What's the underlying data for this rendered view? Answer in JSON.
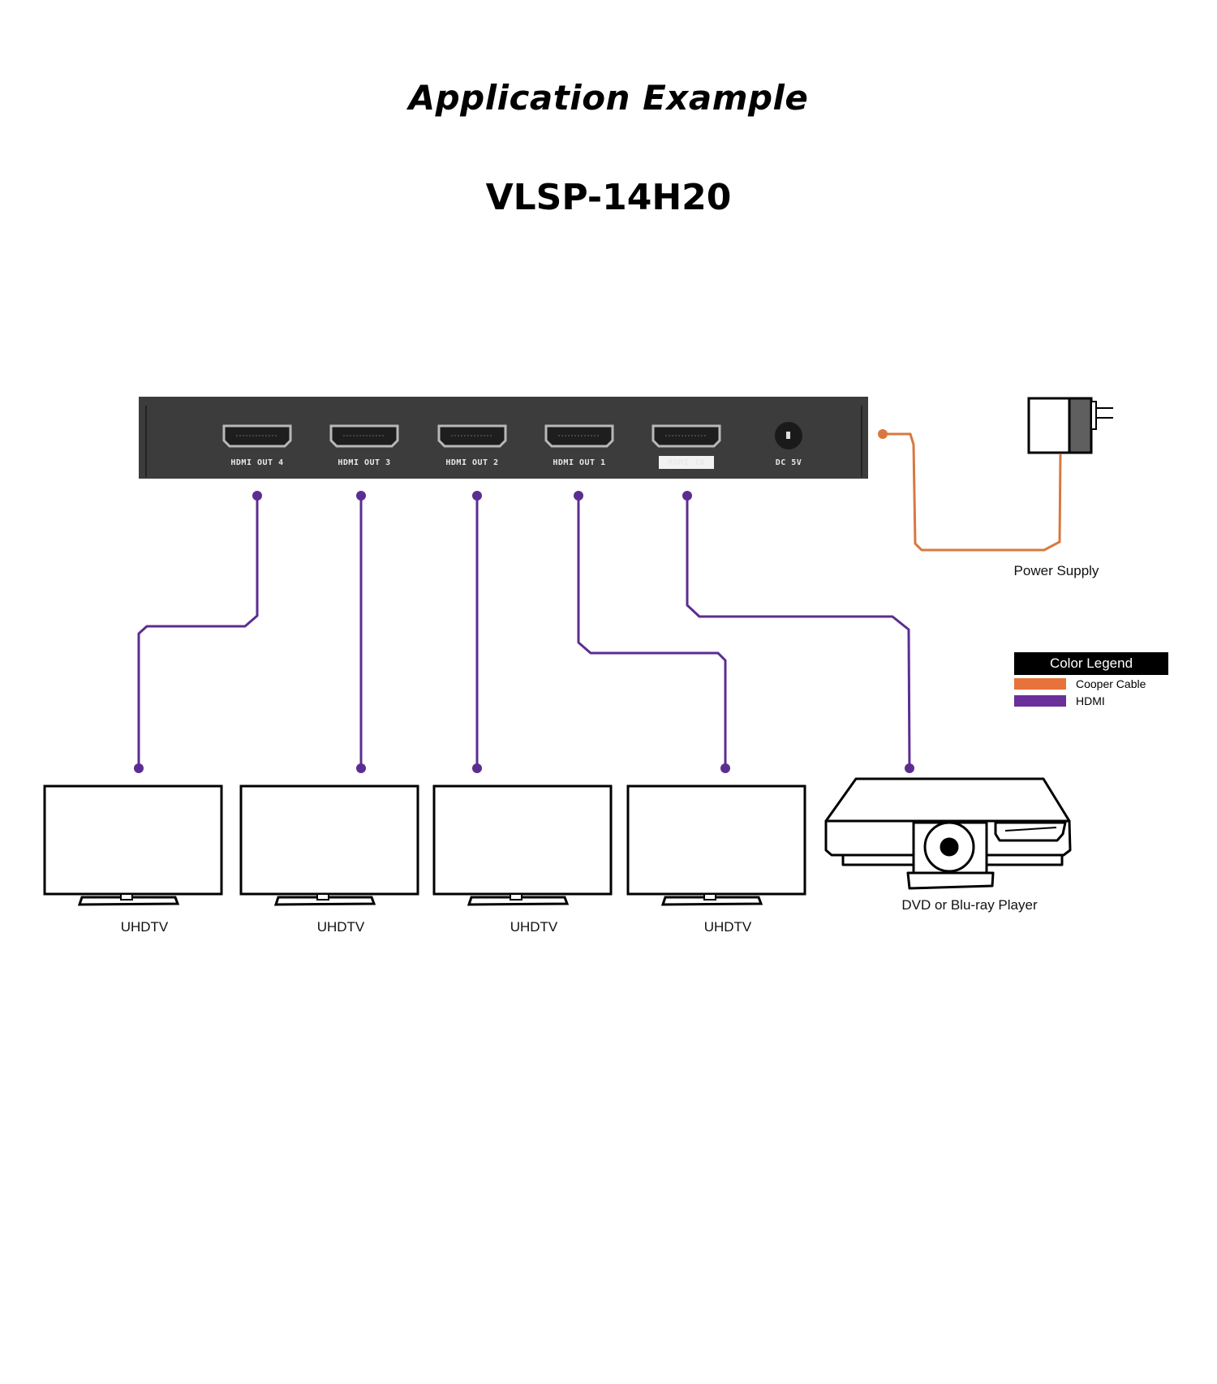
{
  "header": {
    "title": "Application Example",
    "model": "VLSP-14H20"
  },
  "device": {
    "name": "VLSP-14H20 HDMI splitter",
    "ports": [
      {
        "id": "out4",
        "label": "HDMI OUT 4"
      },
      {
        "id": "out3",
        "label": "HDMI OUT 3"
      },
      {
        "id": "out2",
        "label": "HDMI OUT 2"
      },
      {
        "id": "out1",
        "label": "HDMI OUT 1"
      },
      {
        "id": "in",
        "label": "HDMI IN",
        "highlighted": true
      }
    ],
    "power_port_label": "DC 5V"
  },
  "outputs": [
    {
      "label": "UHDTV",
      "port": "out4"
    },
    {
      "label": "UHDTV",
      "port": "out3"
    },
    {
      "label": "UHDTV",
      "port": "out2"
    },
    {
      "label": "UHDTV",
      "port": "out1"
    }
  ],
  "source": {
    "label": "DVD or Blu-ray Player",
    "port": "in"
  },
  "power": {
    "label": "Power Supply"
  },
  "legend": {
    "title": "Color Legend",
    "items": [
      {
        "label": "Cooper Cable",
        "color": "#e8733a"
      },
      {
        "label": "HDMI",
        "color": "#6a2f9a"
      }
    ]
  },
  "colors": {
    "hdmi": "#5c2d91",
    "copper": "#d9783e",
    "device_body": "#3c3c3c"
  }
}
